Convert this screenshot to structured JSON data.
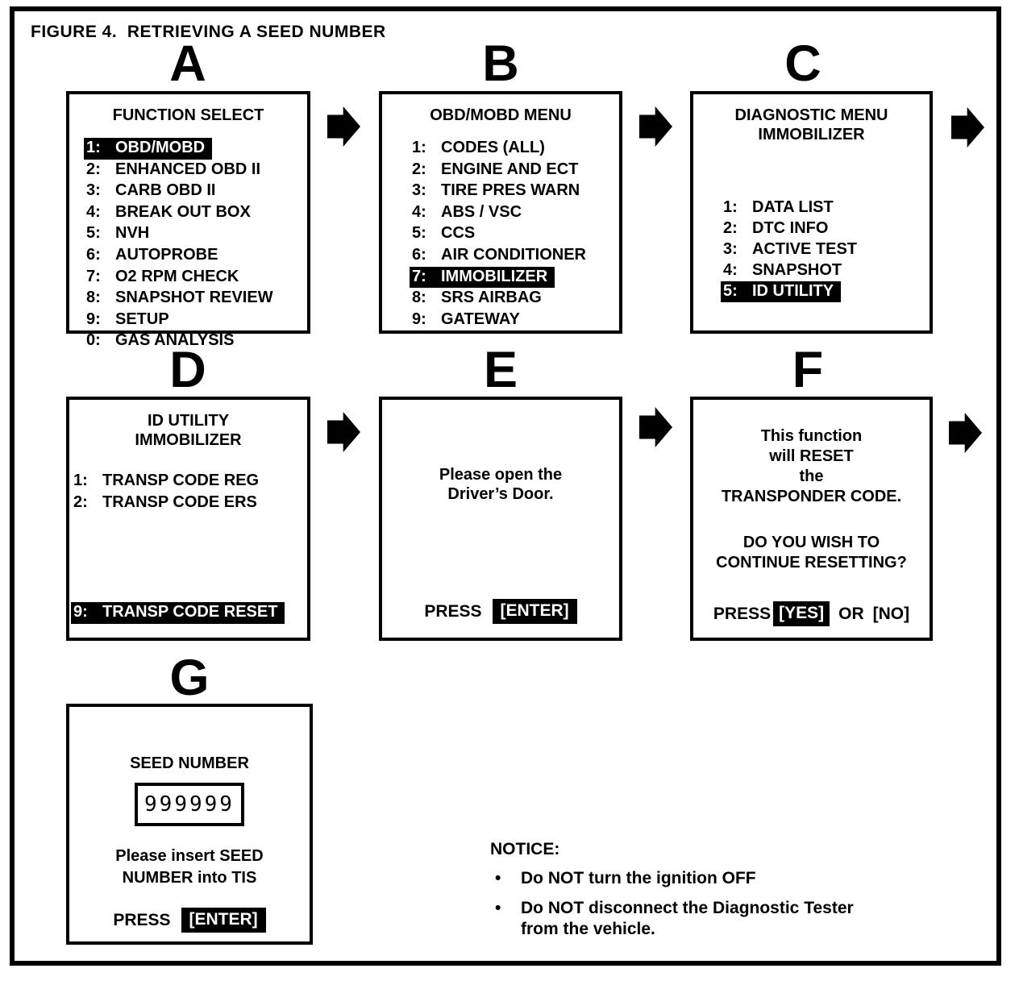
{
  "figure_title": "FIGURE 4.  RETRIEVING A SEED NUMBER",
  "colors": {
    "ink": "#000000",
    "paper": "#ffffff"
  },
  "icons": {
    "flow_arrow": "right-block-arrow",
    "bullet": "•"
  },
  "panels": {
    "a": {
      "letter": "A",
      "title": "FUNCTION SELECT",
      "items": [
        {
          "num": "1:",
          "label": "OBD/MOBD",
          "highlight": true
        },
        {
          "num": "2:",
          "label": "ENHANCED OBD II"
        },
        {
          "num": "3:",
          "label": "CARB OBD II"
        },
        {
          "num": "4:",
          "label": "BREAK OUT BOX"
        },
        {
          "num": "5:",
          "label": "NVH"
        },
        {
          "num": "6:",
          "label": "AUTOPROBE"
        },
        {
          "num": "7:",
          "label": "O2 RPM CHECK"
        },
        {
          "num": "8:",
          "label": "SNAPSHOT REVIEW"
        },
        {
          "num": "9:",
          "label": "SETUP"
        },
        {
          "num": "0:",
          "label": "GAS ANALYSIS"
        }
      ]
    },
    "b": {
      "letter": "B",
      "title": "OBD/MOBD MENU",
      "items": [
        {
          "num": "1:",
          "label": "CODES (ALL)"
        },
        {
          "num": "2:",
          "label": "ENGINE AND ECT"
        },
        {
          "num": "3:",
          "label": "TIRE PRES WARN"
        },
        {
          "num": "4:",
          "label": "ABS / VSC"
        },
        {
          "num": "5:",
          "label": "CCS"
        },
        {
          "num": "6:",
          "label": "AIR CONDITIONER"
        },
        {
          "num": "7:",
          "label": "IMMOBILIZER",
          "highlight": true
        },
        {
          "num": "8:",
          "label": "SRS AIRBAG"
        },
        {
          "num": "9:",
          "label": "GATEWAY"
        }
      ]
    },
    "c": {
      "letter": "C",
      "title_line1": "DIAGNOSTIC MENU",
      "title_line2": "IMMOBILIZER",
      "items": [
        {
          "num": "1:",
          "label": "DATA LIST"
        },
        {
          "num": "2:",
          "label": "DTC INFO"
        },
        {
          "num": "3:",
          "label": "ACTIVE TEST"
        },
        {
          "num": "4:",
          "label": "SNAPSHOT"
        },
        {
          "num": "5:",
          "label": "ID UTILITY",
          "highlight": true
        }
      ]
    },
    "d": {
      "letter": "D",
      "title_line1": "ID UTILITY",
      "title_line2": "IMMOBILIZER",
      "items": [
        {
          "num": "1:",
          "label": "TRANSP CODE REG"
        },
        {
          "num": "2:",
          "label": "TRANSP CODE ERS"
        },
        {
          "num": "9:",
          "label": "TRANSP CODE RESET",
          "highlight": true
        }
      ]
    },
    "e": {
      "letter": "E",
      "message_line1": "Please open the",
      "message_line2": "Driver’s Door.",
      "press": {
        "label": "PRESS",
        "key": "[ENTER]",
        "key_highlight": true
      }
    },
    "f": {
      "letter": "F",
      "message_line1": "This function",
      "message_line2": "will RESET",
      "message_line3": "the",
      "message_line4": "TRANSPONDER CODE.",
      "question_line1": "DO YOU WISH TO",
      "question_line2": "CONTINUE RESETTING?",
      "press": {
        "label": "PRESS",
        "yes_key": "[YES]",
        "yes_highlight": true,
        "or": "OR",
        "no_key": "[NO]"
      }
    },
    "g": {
      "letter": "G",
      "title": "SEED NUMBER",
      "seed_value": "999999",
      "message_line1": "Please insert SEED",
      "message_line2": "NUMBER into TIS",
      "press": {
        "label": "PRESS",
        "key": "[ENTER]",
        "key_highlight": true
      }
    }
  },
  "notice": {
    "heading": "NOTICE:",
    "bullet_glyph": "•",
    "bullet1_line1": "Do NOT turn the ignition OFF",
    "bullet2_line1": "Do NOT disconnect the Diagnostic Tester",
    "bullet2_line2": "from the vehicle."
  }
}
